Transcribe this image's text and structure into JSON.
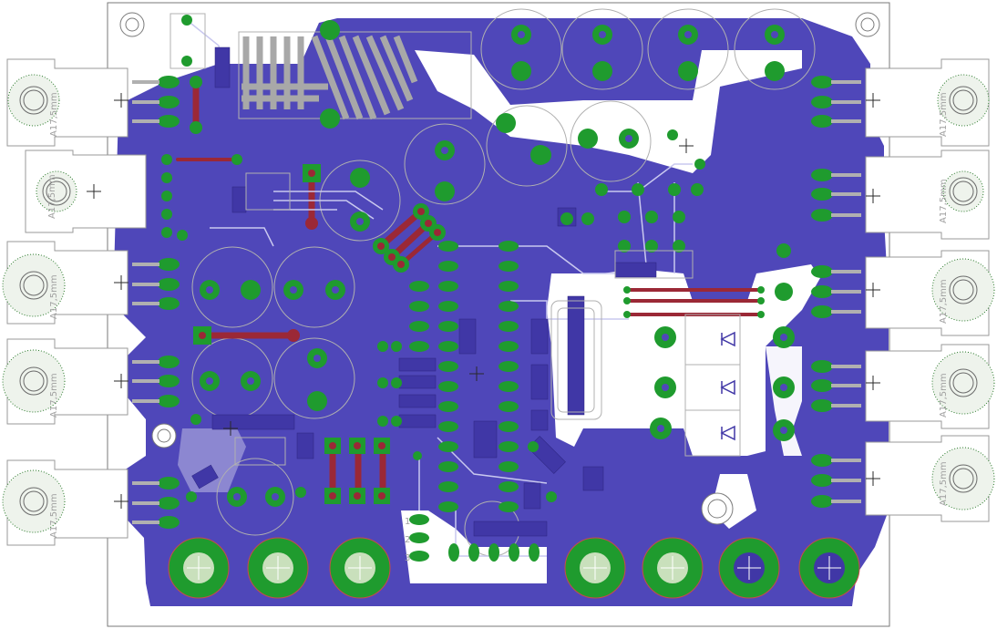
{
  "colors": {
    "background": "#ffffff",
    "copper_bottom": "#4f47b9",
    "copper_top": "#9b2836",
    "pad": "#1f9b2e",
    "pad_hole": "#c9e0bc",
    "silkscreen": "#b0b0b0",
    "smd_pad": "#4037a6",
    "outline": "#7a7a7a",
    "drill": "#1a1a5a"
  },
  "heatsink_labels": [
    "A17,5mm",
    "A17,5mm",
    "A17,5mm",
    "A17,5mm",
    "A17,5mm",
    "A17,5mm",
    "A17,5mm",
    "A17,5mm",
    "A17,5mm",
    "A17,5mm"
  ],
  "small_labels": [
    "1",
    "2",
    "3"
  ]
}
